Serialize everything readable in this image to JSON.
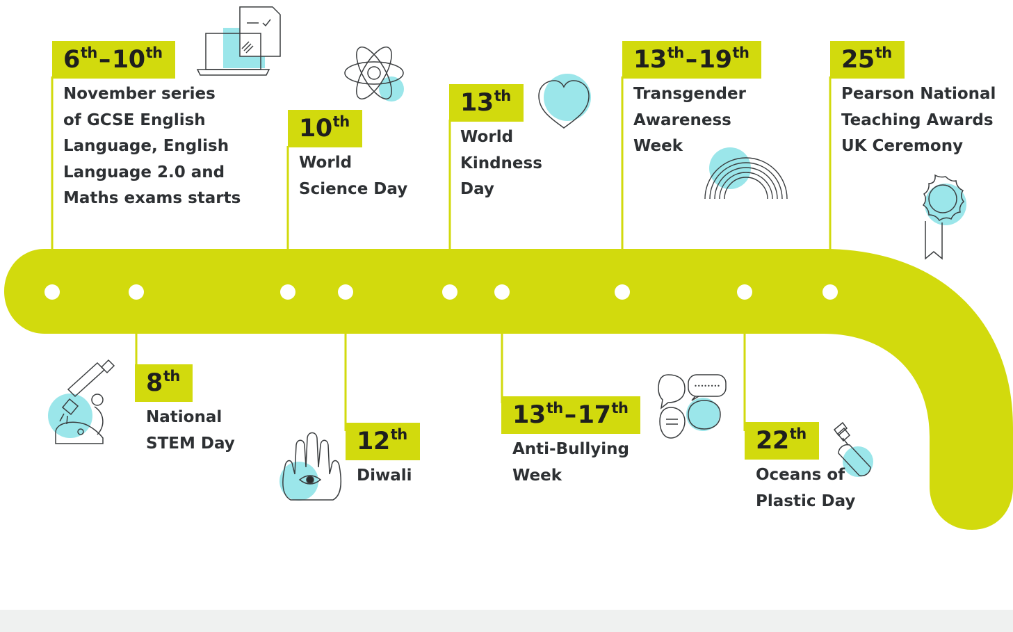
{
  "colors": {
    "track": "#d2da0d",
    "accent_fill": "#9be6ea",
    "icon_stroke": "#3a3d3f",
    "text": "#2d3033",
    "footer": "#eff1f0"
  },
  "events": [
    {
      "id": "gcse-exams",
      "start": "6",
      "start_suffix": "th",
      "end": "10",
      "end_suffix": "th",
      "description": "November series\nof GCSE English\nLanguage, English\nLanguage 2.0 and\nMaths exams starts",
      "icon": "laptop-documents-icon"
    },
    {
      "id": "stem-day",
      "start": "8",
      "start_suffix": "th",
      "description": "National\nSTEM Day",
      "icon": "microscope-icon"
    },
    {
      "id": "science-day",
      "start": "10",
      "start_suffix": "th",
      "description": "World\nScience Day",
      "icon": "atom-icon"
    },
    {
      "id": "diwali",
      "start": "12",
      "start_suffix": "th",
      "description": "Diwali",
      "icon": "hamsa-hand-icon"
    },
    {
      "id": "kindness-day",
      "start": "13",
      "start_suffix": "th",
      "description": "World\nKindness\nDay",
      "icon": "heart-icon"
    },
    {
      "id": "anti-bullying",
      "start": "13",
      "start_suffix": "th",
      "end": "17",
      "end_suffix": "th",
      "description": "Anti-Bullying\nWeek",
      "icon": "speech-bubbles-icon"
    },
    {
      "id": "transgender-week",
      "start": "13",
      "start_suffix": "th",
      "end": "19",
      "end_suffix": "th",
      "description": "Transgender\nAwareness\nWeek",
      "icon": "rainbow-icon"
    },
    {
      "id": "plastic-day",
      "start": "22",
      "start_suffix": "th",
      "description": "Oceans of\nPlastic Day",
      "icon": "plastic-bottle-icon"
    },
    {
      "id": "teaching-awards",
      "start": "25",
      "start_suffix": "th",
      "description": "Pearson National\nTeaching Awards\nUK Ceremony",
      "icon": "award-rosette-icon"
    }
  ]
}
